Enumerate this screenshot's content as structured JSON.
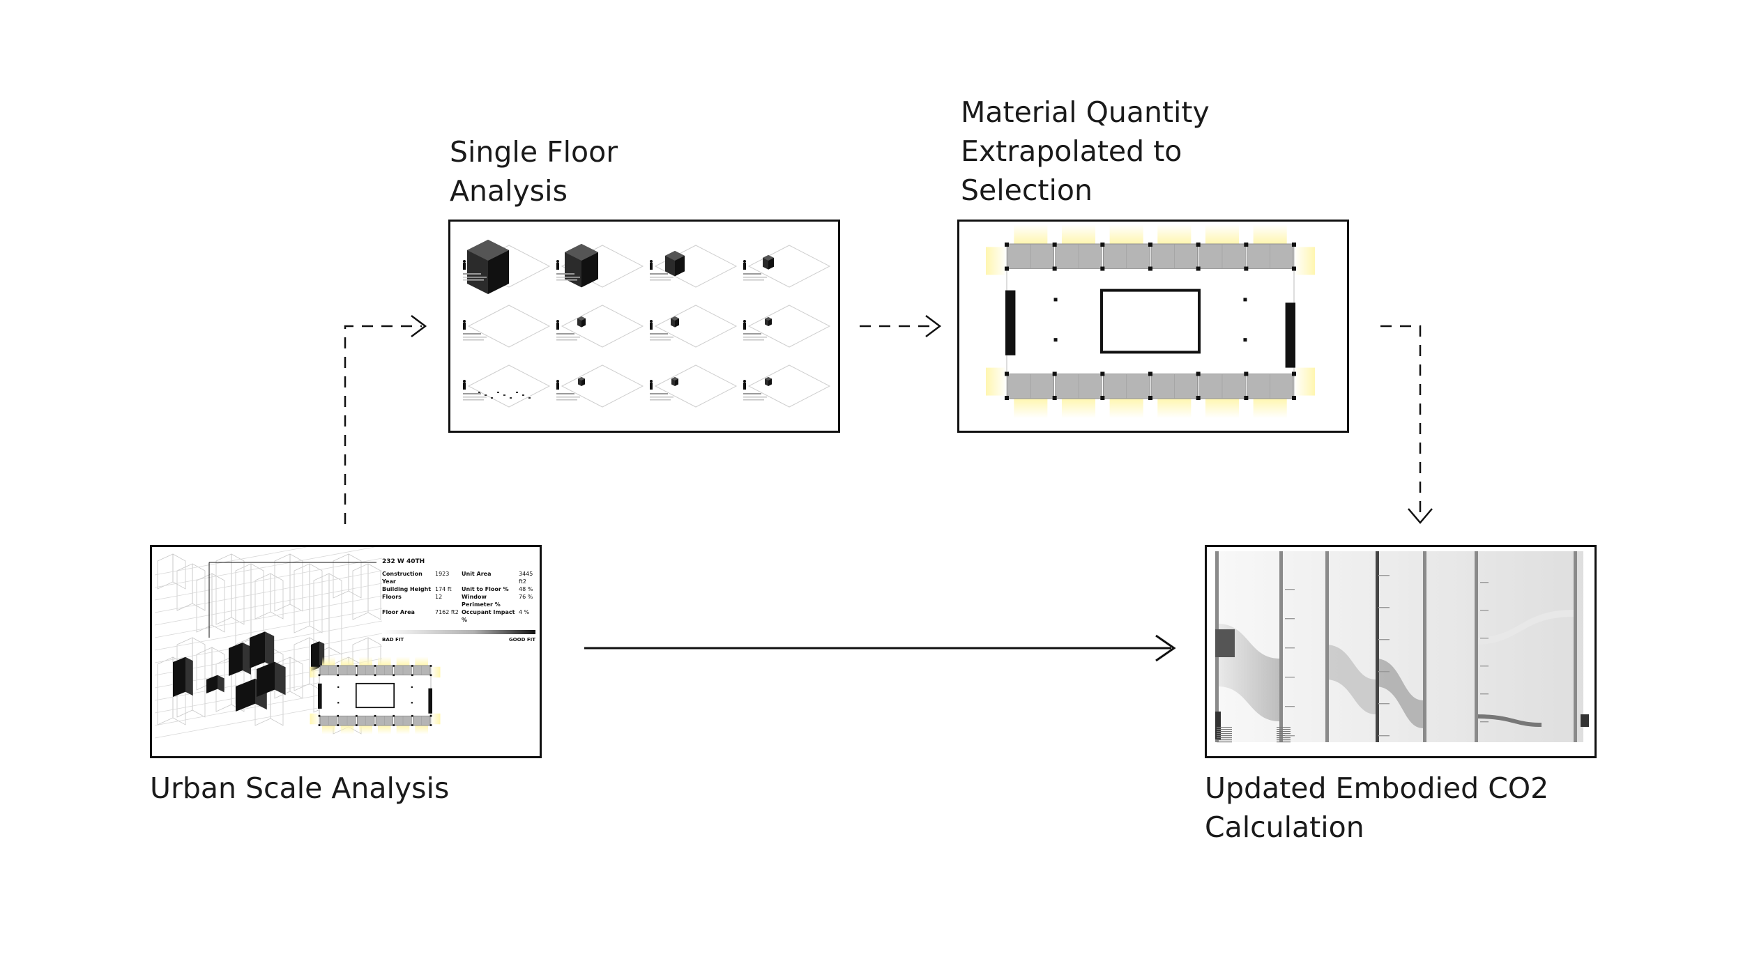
{
  "stages": {
    "single_floor": {
      "line1": "Single Floor",
      "line2": "Analysis"
    },
    "material": {
      "line1": "Material Quantity",
      "line2": "Extrapolated to",
      "line3": "Selection"
    },
    "urban": {
      "line1": "Urban Scale Analysis"
    },
    "co2": {
      "line1": "Updated Embodied CO2",
      "line2": "Calculation"
    }
  },
  "urban_panel": {
    "address": "232 W 40TH",
    "rows": [
      {
        "label": "Construction Year",
        "value": "1923",
        "label2": "Unit Area",
        "value2": "3445 ft2"
      },
      {
        "label": "Building Height",
        "value": "174 ft",
        "label2": "Unit to Floor %",
        "value2": "48 %"
      },
      {
        "label": "Floors",
        "value": "12",
        "label2": "Window Perimeter %",
        "value2": "76 %"
      },
      {
        "label": "Floor Area",
        "value": "7162 ft2",
        "label2": "Occupant Impact %",
        "value2": "4 %"
      }
    ],
    "scale_left": "BAD FIT",
    "scale_right": "GOOD FIT"
  },
  "colors": {
    "ink": "#111111",
    "glow": "#fff6b0",
    "mass": "#1a1a1a",
    "grey": "#b8b8b8"
  }
}
